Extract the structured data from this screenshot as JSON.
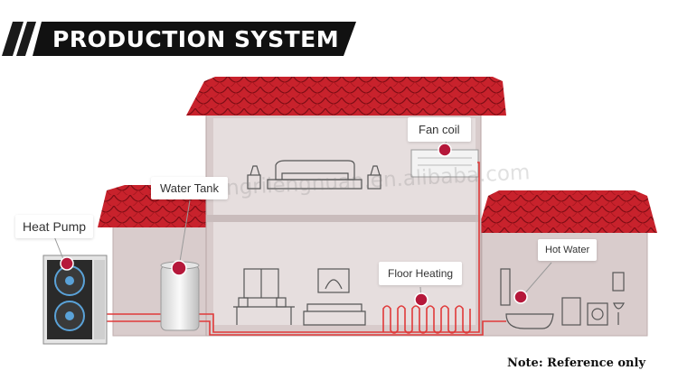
{
  "banner": {
    "title": "PRODUCTION SYSTEM"
  },
  "labels": {
    "heat_pump": "Heat Pump",
    "water_tank": "Water Tank",
    "fan_coil": "Fan coil",
    "floor_heating": "Floor Heating",
    "hot_water": "Hot Water"
  },
  "watermark": "fangrilengnuan.en.alibaba.com",
  "note": "Note: Reference only",
  "colors": {
    "roof_red": "#c8222c",
    "marker_red": "#b5183a",
    "pipe_red": "#e03a3a",
    "wall_pink": "#d9c9c9",
    "banner_black": "#111111"
  }
}
